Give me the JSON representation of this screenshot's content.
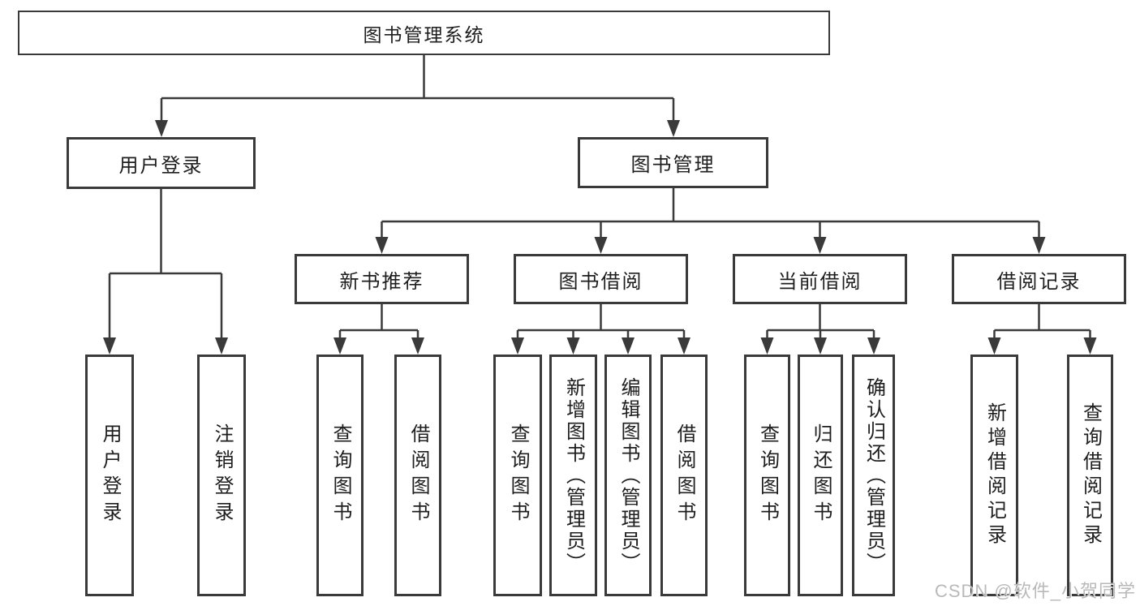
{
  "page": {
    "background_color": "#ffffff",
    "line_color": "#3a3a3a",
    "text_color": "#1e1e1e",
    "watermark_color": "#b9b9b9"
  },
  "watermark": {
    "text": "CSDN @软件_小贺同学"
  },
  "tree": {
    "root": "图书管理系统",
    "user_login": {
      "label": "用户登录",
      "children": [
        "用户登录",
        "注销登录"
      ]
    },
    "book_management": {
      "label": "图书管理",
      "modules": [
        {
          "label": "新书推荐",
          "children": [
            "查询图书",
            "借阅图书"
          ]
        },
        {
          "label": "图书借阅",
          "children": [
            "查询图书",
            "新增图书（管理员）",
            "编辑图书（管理员）",
            "借阅图书"
          ]
        },
        {
          "label": "当前借阅",
          "children": [
            "查询图书",
            "归还图书",
            "确认归还（管理员）"
          ]
        },
        {
          "label": "借阅记录",
          "children": [
            "新增借阅记录",
            "查询借阅记录"
          ]
        }
      ]
    }
  }
}
